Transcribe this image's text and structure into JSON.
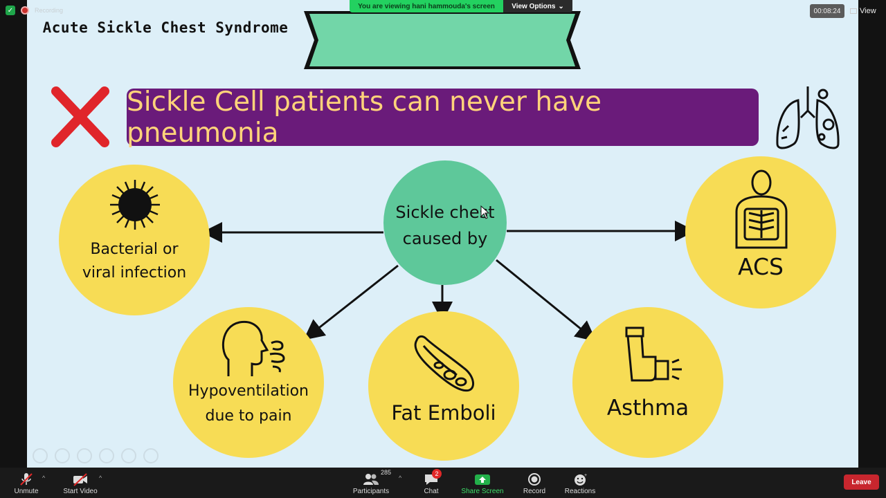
{
  "meeting": {
    "recording_label": "Recording",
    "viewing_text": "You are viewing hani hammouda's screen",
    "view_options_label": "View Options",
    "timer": "00:08:24",
    "view_label": "View"
  },
  "slide": {
    "title": "Acute Sickle Chest Syndrome",
    "myth": "Sickle Cell patients can never have pneumonia",
    "center": {
      "line1": "Sickle chest",
      "line2": "caused by"
    },
    "causes": {
      "infection": {
        "line1": "Bacterial or",
        "line2": "viral infection"
      },
      "acs": {
        "line1": "ACS"
      },
      "hypoventilation": {
        "line1": "Hypoventilation",
        "line2": "due to pain"
      },
      "fat_emboli": {
        "line1": "Fat Emboli"
      },
      "asthma": {
        "line1": "Asthma"
      }
    },
    "colors": {
      "background": "#ddeff8",
      "banner": "#72d6a8",
      "myth_box": "#6a1b7a",
      "myth_text": "#ffd37a",
      "cause_circle": "#f7dc55",
      "center_circle": "#5ec89a",
      "x_mark": "#e0252a"
    }
  },
  "toolbar": {
    "unmute": "Unmute",
    "start_video": "Start Video",
    "participants": "Participants",
    "participants_count": "285",
    "chat": "Chat",
    "chat_badge": "2",
    "share_screen": "Share Screen",
    "record": "Record",
    "reactions": "Reactions",
    "leave": "Leave"
  }
}
